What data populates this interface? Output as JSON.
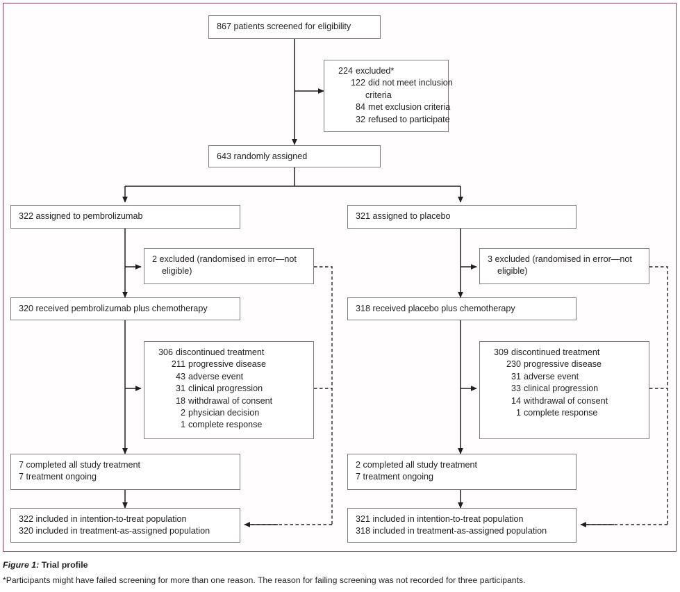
{
  "figure": {
    "frame_color": "#8e3a5d",
    "box_border_color": "#7c7c7c",
    "line_color": "#231f20",
    "caption_prefix": "Figure 1:",
    "caption_title": "Trial profile",
    "footnote": "*Participants might have failed screening for more than one reason. The reason for failing screening was not recorded for three participants."
  },
  "nodes": {
    "screened": {
      "text": "867 patients screened for eligibility"
    },
    "excluded": {
      "header_num": "224",
      "header_label": "excluded*",
      "items": [
        {
          "num": "122",
          "label": "did not meet inclusion"
        },
        {
          "num": "",
          "label": "criteria"
        },
        {
          "num": "84",
          "label": "met exclusion criteria"
        },
        {
          "num": "32",
          "label": "refused to participate"
        }
      ]
    },
    "randomised": {
      "text": "643 randomly assigned"
    },
    "arm_pembro": {
      "assigned": "322 assigned to pembrolizumab",
      "excluded_line1": "2 excluded (randomised in error—not",
      "excluded_line2": "eligible)",
      "received": "320 received pembrolizumab plus chemotherapy",
      "discontinued_num": "306",
      "discontinued_label": "discontinued treatment",
      "discontinued_items": [
        {
          "num": "211",
          "label": "progressive disease"
        },
        {
          "num": "43",
          "label": "adverse event"
        },
        {
          "num": "31",
          "label": "clinical progression"
        },
        {
          "num": "18",
          "label": "withdrawal of consent"
        },
        {
          "num": "2",
          "label": "physician decision"
        },
        {
          "num": "1",
          "label": "complete response"
        }
      ],
      "completed_line1": "7 completed all study treatment",
      "completed_line2": "7 treatment ongoing",
      "itt_line1": "322 included in intention-to-treat population",
      "itt_line2": "320 included in treatment-as-assigned population"
    },
    "arm_placebo": {
      "assigned": "321 assigned to placebo",
      "excluded_line1": "3 excluded (randomised in error—not",
      "excluded_line2": "eligible)",
      "received": "318 received placebo plus chemotherapy",
      "discontinued_num": "309",
      "discontinued_label": "discontinued treatment",
      "discontinued_items": [
        {
          "num": "230",
          "label": "progressive disease"
        },
        {
          "num": "31",
          "label": "adverse event"
        },
        {
          "num": "33",
          "label": "clinical progression"
        },
        {
          "num": "14",
          "label": "withdrawal of consent"
        },
        {
          "num": "1",
          "label": "complete response"
        }
      ],
      "completed_line1": "2 completed all study treatment",
      "completed_line2": "7 treatment ongoing",
      "itt_line1": "321 included in intention-to-treat population",
      "itt_line2": "318 included in treatment-as-assigned population"
    }
  }
}
